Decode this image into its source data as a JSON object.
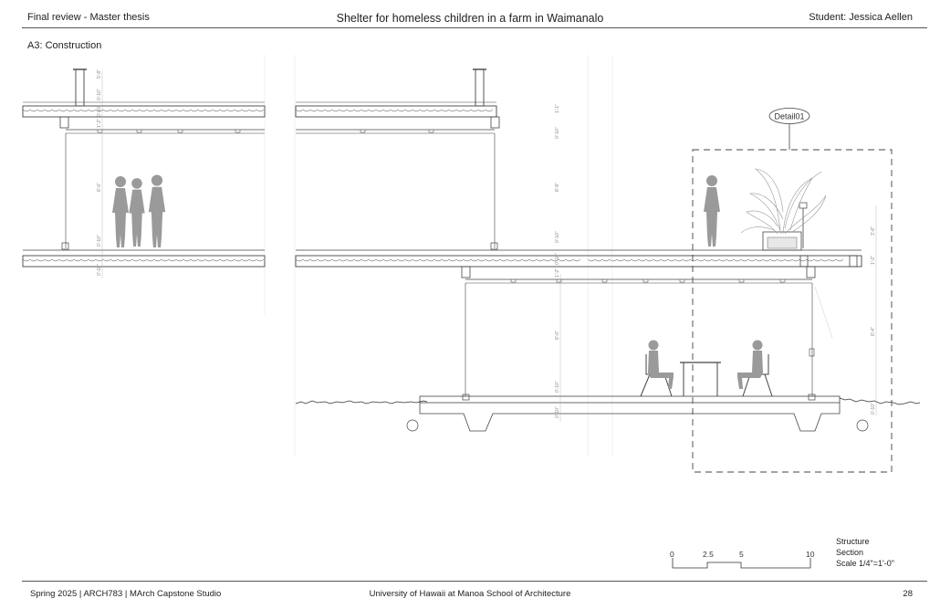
{
  "header": {
    "left": "Final review - Master thesis",
    "center": "Shelter for homeless children in a farm in Waimanalo",
    "right": "Student: Jessica Aellen"
  },
  "subtitle": "A3: Construction",
  "detail_tag": "Detail01",
  "dimensions": {
    "left_top": "5'-8\"",
    "left_roof_a": "0'-10\"",
    "left_roof_b": "0'-10\"",
    "left_gap": "1'-2\"",
    "left_room": "8'-0\"",
    "left_floor": "0'-10\"",
    "left_under": "0'-10\"",
    "mid_roof": "1'-1\"",
    "mid_gap": "0'-10\"",
    "mid_room": "8'-8\"",
    "mid_floor": "0'-10\"",
    "mid_floor_b": "0'-10\"",
    "mid_gap2": "1'-2\"",
    "mid_room2": "8'-0\"",
    "mid_base": "0'-10\"",
    "mid_footing": "0'-10\"",
    "right_rail": "3'-6\"",
    "right_gap": "1'-2\"",
    "right_room": "8'-4\"",
    "right_base": "0'-10\""
  },
  "scale_bar": {
    "ticks": [
      "0",
      "2.5",
      "5",
      "10"
    ]
  },
  "legend": {
    "line1": "Structure",
    "line2": "Section",
    "line3": "Scale 1/4\"=1'-0\""
  },
  "footer": {
    "left": "Spring 2025 | ARCH783 | MArch Capstone Studio",
    "center": "University of Hawaii at Manoa School of Architecture",
    "right": "28"
  }
}
